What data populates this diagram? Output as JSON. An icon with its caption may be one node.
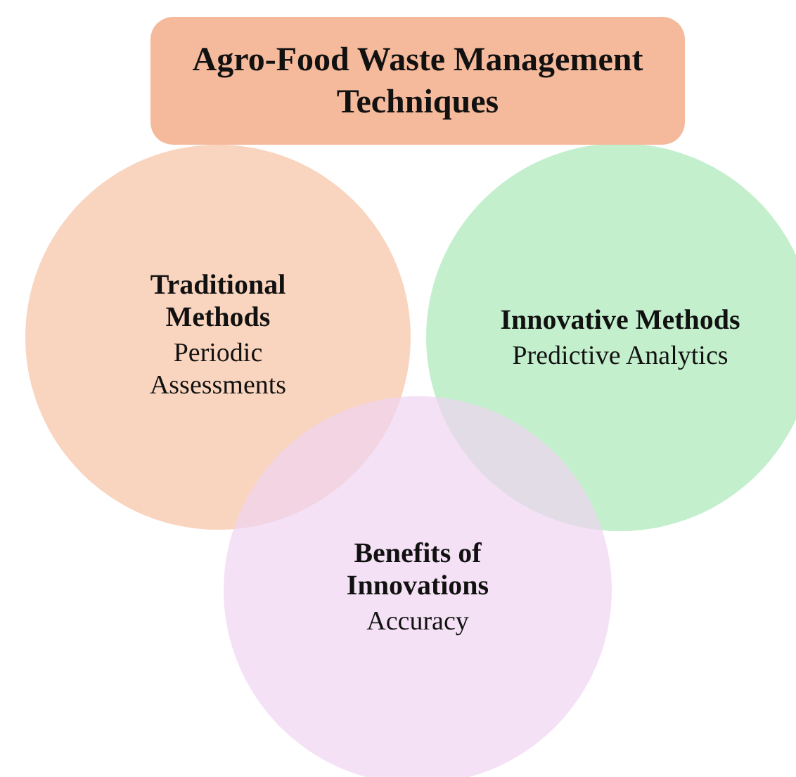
{
  "diagram": {
    "nodes": [
      {
        "text": [
          "Agro-Food Waste Management Techniques"
        ]
      },
      {
        "text": [
          "Traditional Methods",
          "Periodic Assessments"
        ]
      },
      {
        "text": [
          "Innovative Methods",
          "Predictive Analytics"
        ]
      },
      {
        "text": [
          "Benefits of Innovations",
          "Accuracy"
        ]
      }
    ]
  }
}
